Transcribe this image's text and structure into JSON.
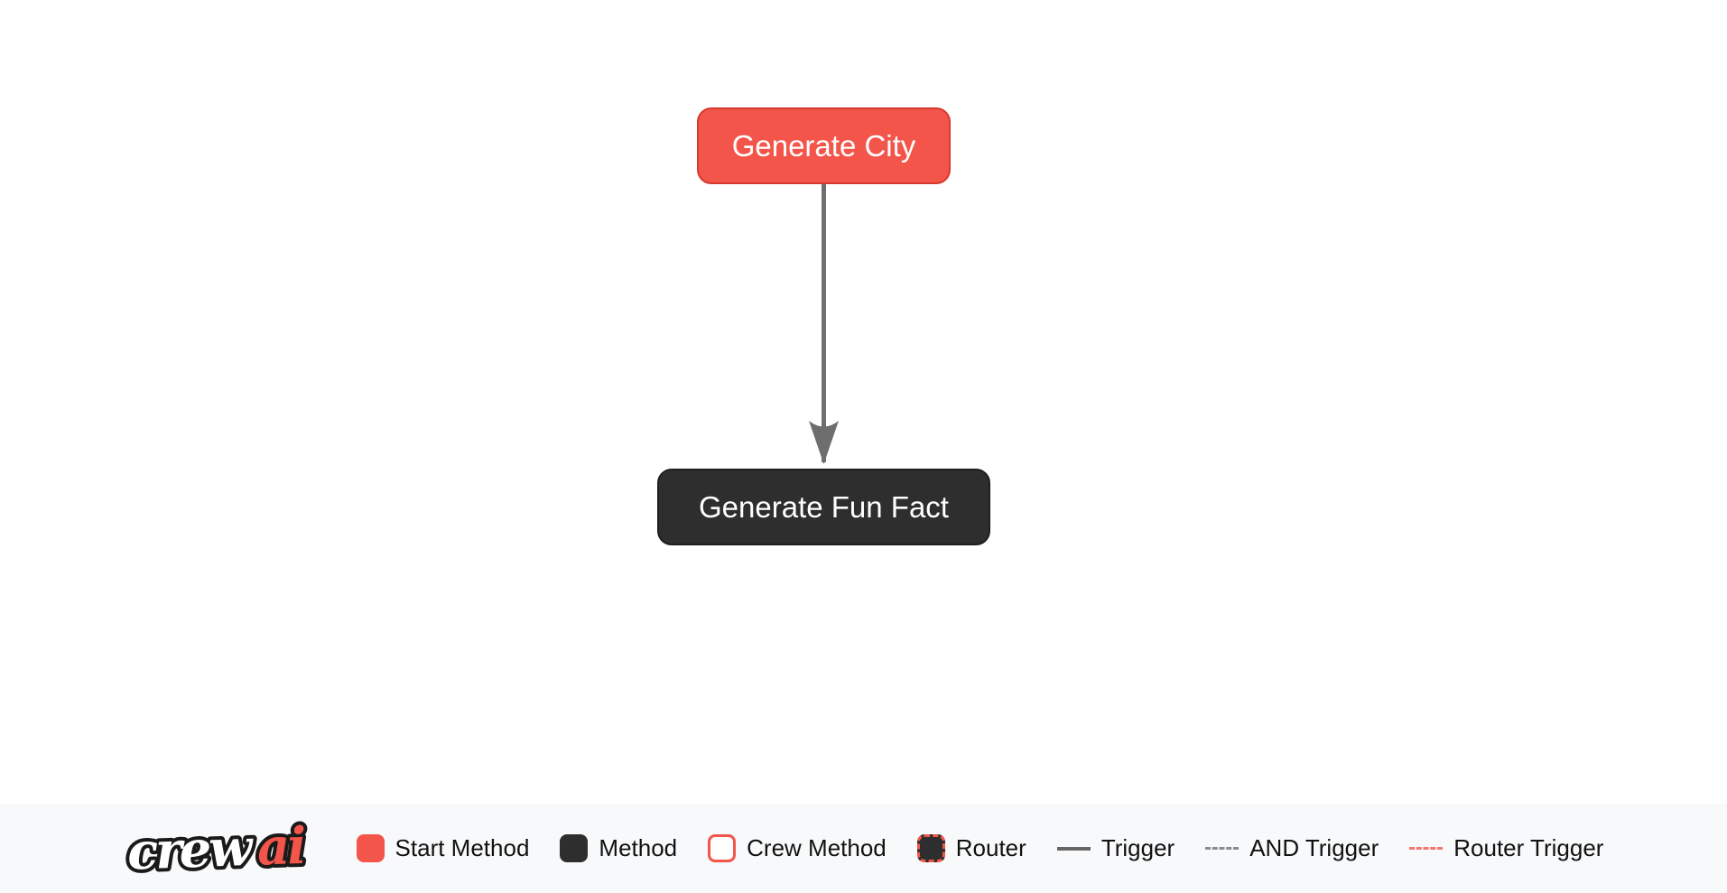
{
  "canvas": {
    "nodes": [
      {
        "id": "generate_city",
        "label": "Generate City",
        "type": "start-method"
      },
      {
        "id": "generate_fun_fact",
        "label": "Generate Fun Fact",
        "type": "method"
      }
    ],
    "edges": [
      {
        "from": "generate_city",
        "to": "generate_fun_fact",
        "type": "trigger"
      }
    ]
  },
  "footer": {
    "logo": {
      "part_white": "crew",
      "part_red": "ai"
    },
    "legend": {
      "items": [
        {
          "label": "Start Method",
          "swatch": "square",
          "fill": "#f4554a",
          "border": "#f4554a",
          "style": "solid"
        },
        {
          "label": "Method",
          "swatch": "square",
          "fill": "#2e2e2e",
          "border": "#2e2e2e",
          "style": "solid"
        },
        {
          "label": "Crew Method",
          "swatch": "square",
          "fill": "#ffffff",
          "border": "#f4554a",
          "style": "solid"
        },
        {
          "label": "Router",
          "swatch": "square",
          "fill": "#2e2e2e",
          "border": "#f4554a",
          "style": "dashed"
        },
        {
          "label": "Trigger",
          "swatch": "line",
          "stroke": "#666666",
          "style": "solid"
        },
        {
          "label": "AND Trigger",
          "swatch": "line",
          "stroke": "#8b8b8b",
          "style": "dashed"
        },
        {
          "label": "Router Trigger",
          "swatch": "line",
          "stroke": "#f4766c",
          "style": "dashed"
        }
      ]
    }
  },
  "colors": {
    "start_method_fill": "#f4554a",
    "start_method_border": "#d63a2e",
    "method_fill": "#2e2e2e",
    "edge_stroke": "#6e6e6e",
    "footer_bg": "#f8f9fa",
    "node_text": "#ffffff",
    "legend_text": "#111111",
    "logo_red": "#f4554a",
    "logo_white": "#ffffff",
    "logo_outline": "#1a1a1a"
  }
}
